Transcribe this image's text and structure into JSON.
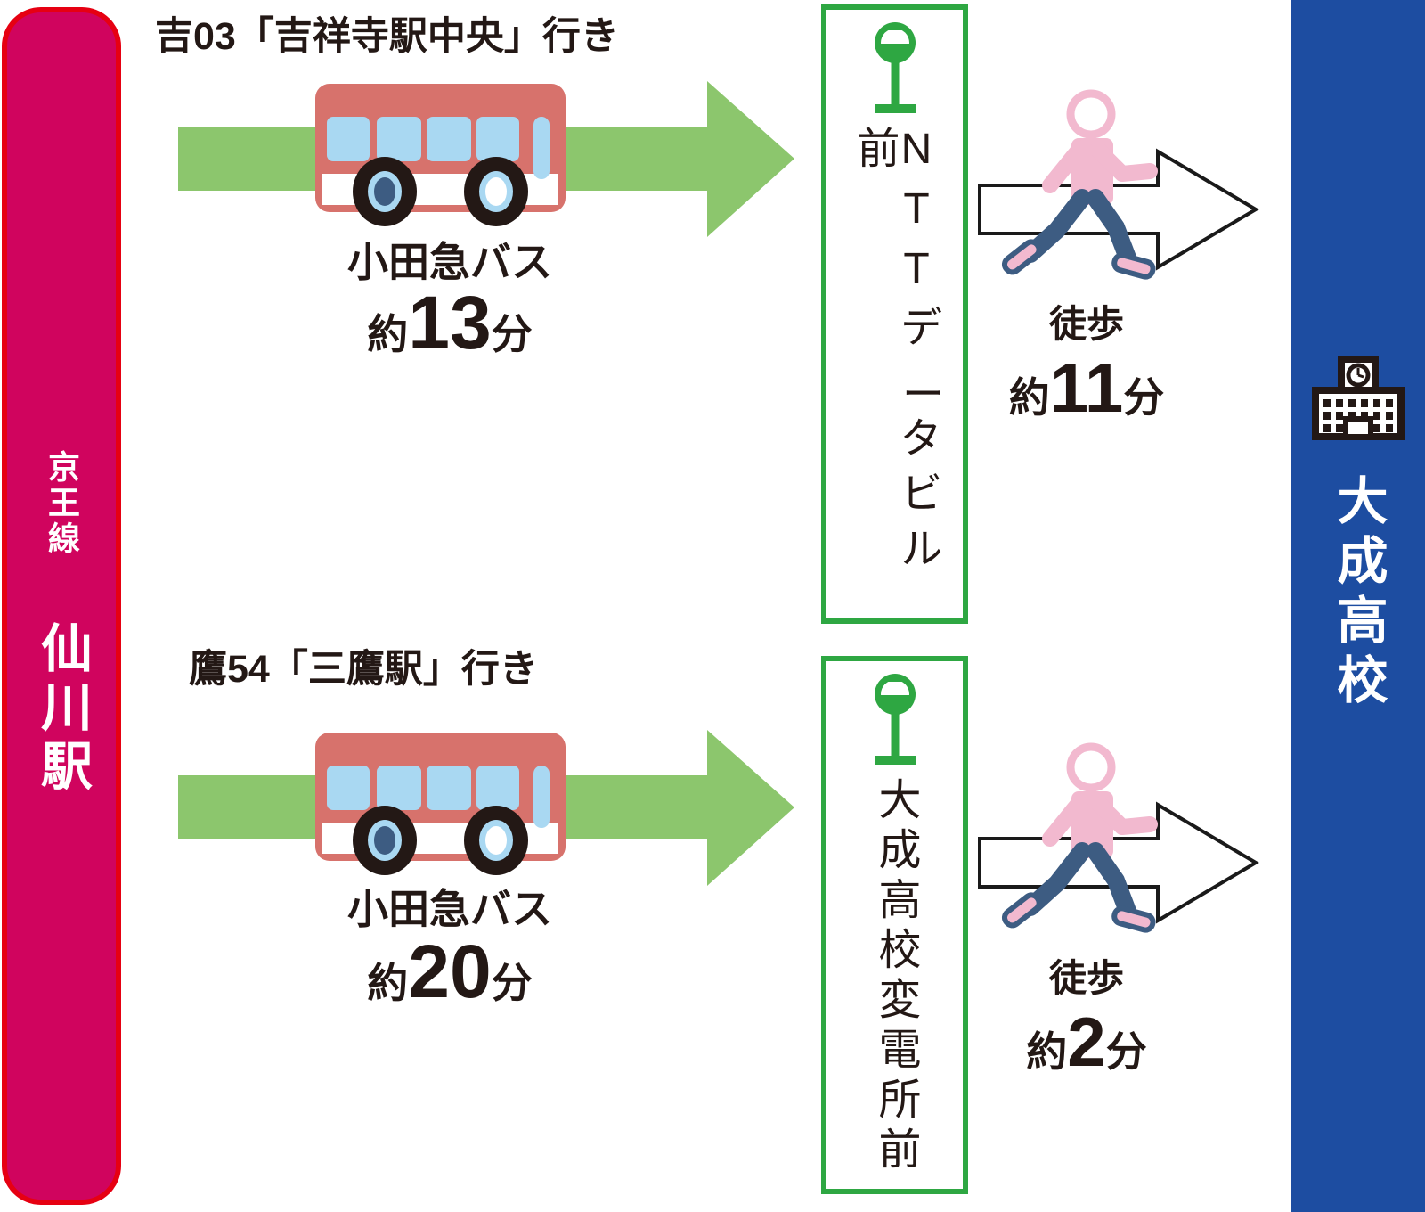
{
  "origin": {
    "line": "京王線",
    "station": "仙川駅"
  },
  "destination": {
    "name": "大成高校"
  },
  "routes": [
    {
      "label": "吉03「吉祥寺駅中央」行き",
      "company": "小田急バス",
      "ride_about": "約",
      "ride_minutes": "13",
      "ride_unit": "分",
      "stop": "NTTデータビル前",
      "walk_label": "徒歩",
      "walk_about": "約",
      "walk_minutes": "11",
      "walk_unit": "分"
    },
    {
      "label": "鷹54「三鷹駅」行き",
      "company": "小田急バス",
      "ride_about": "約",
      "ride_minutes": "20",
      "ride_unit": "分",
      "stop": "大成高校変電所前",
      "walk_label": "徒歩",
      "walk_about": "約",
      "walk_minutes": "2",
      "walk_unit": "分"
    }
  ],
  "icons": {
    "bus": "bus-icon",
    "bus_arrow": "bus-route-arrow",
    "bus_stop": "bus-stop-sign-icon",
    "walker": "walking-person-icon",
    "walk_arrow": "walk-arrow-icon",
    "school": "school-building-icon"
  },
  "colors": {
    "keio_line_border_red": "#e60012",
    "keio_line_pink": "#d0045e",
    "school_blue": "#1d4da1",
    "route_arrow_green": "#8cc66d",
    "bus_stop_green": "#2ea742",
    "bus_body_salmon": "#d7726c",
    "bus_window_blue": "#a9d8f2",
    "walker_pink": "#f2b9cf",
    "walker_navy": "#3d5c82",
    "text_dark": "#231815"
  }
}
